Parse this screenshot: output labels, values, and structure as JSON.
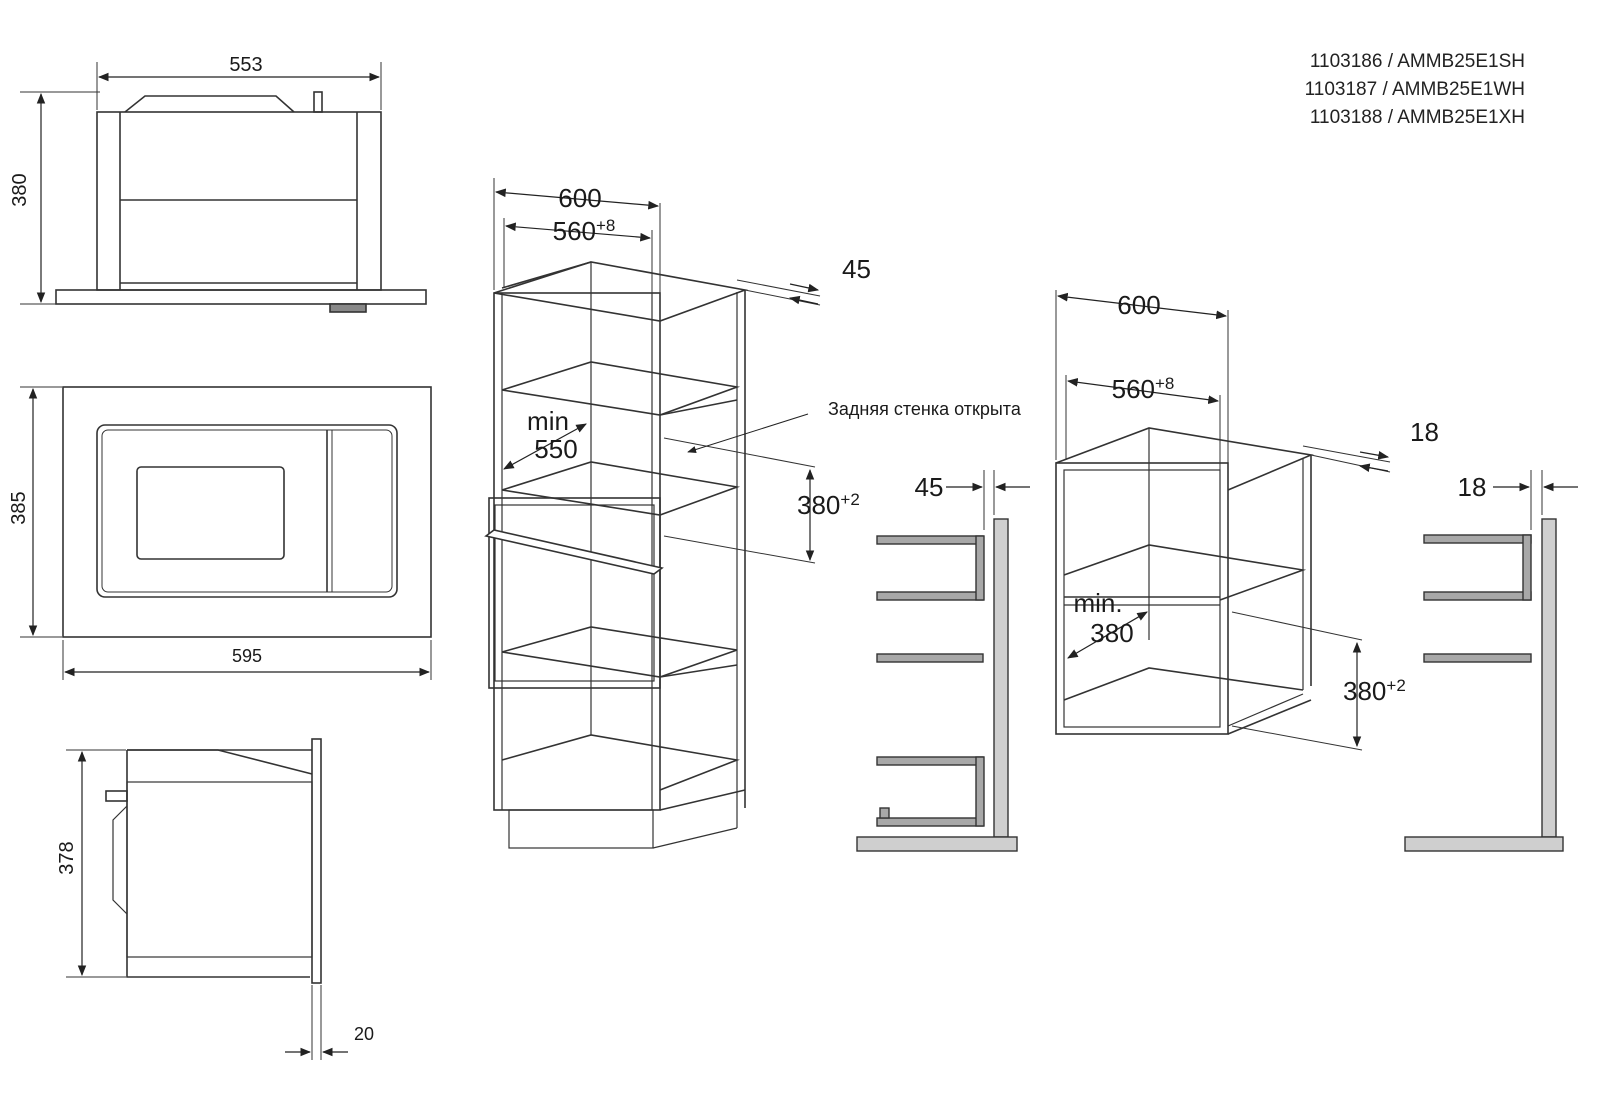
{
  "models": [
    "1103186 / AMMB25E1SH",
    "1103187 / AMMB25E1WH",
    "1103188 / AMMB25E1XH"
  ],
  "colors": {
    "line": "#333333",
    "panel_fill": "#cfcfcf",
    "shelf_fill": "#a8a8a8"
  },
  "top_view": {
    "width": "553",
    "height": "380"
  },
  "front_view": {
    "height": "385",
    "width": "595"
  },
  "side_view": {
    "height": "378",
    "depth": "20"
  },
  "tall_cabinet": {
    "outer_width": "600",
    "inner_width": "560",
    "inner_width_tol": "+8",
    "panel": "45",
    "min_label": "min",
    "min_depth": "550",
    "opening": "380",
    "opening_tol": "+2",
    "annotation": "Задняя стенка открыта"
  },
  "section_tall": {
    "panel": "45"
  },
  "wall_cabinet": {
    "outer_width": "600",
    "inner_width": "560",
    "inner_width_tol": "+8",
    "panel": "18",
    "min_label": "min.",
    "min_depth": "380",
    "opening": "380",
    "opening_tol": "+2"
  },
  "section_wall": {
    "panel": "18"
  }
}
